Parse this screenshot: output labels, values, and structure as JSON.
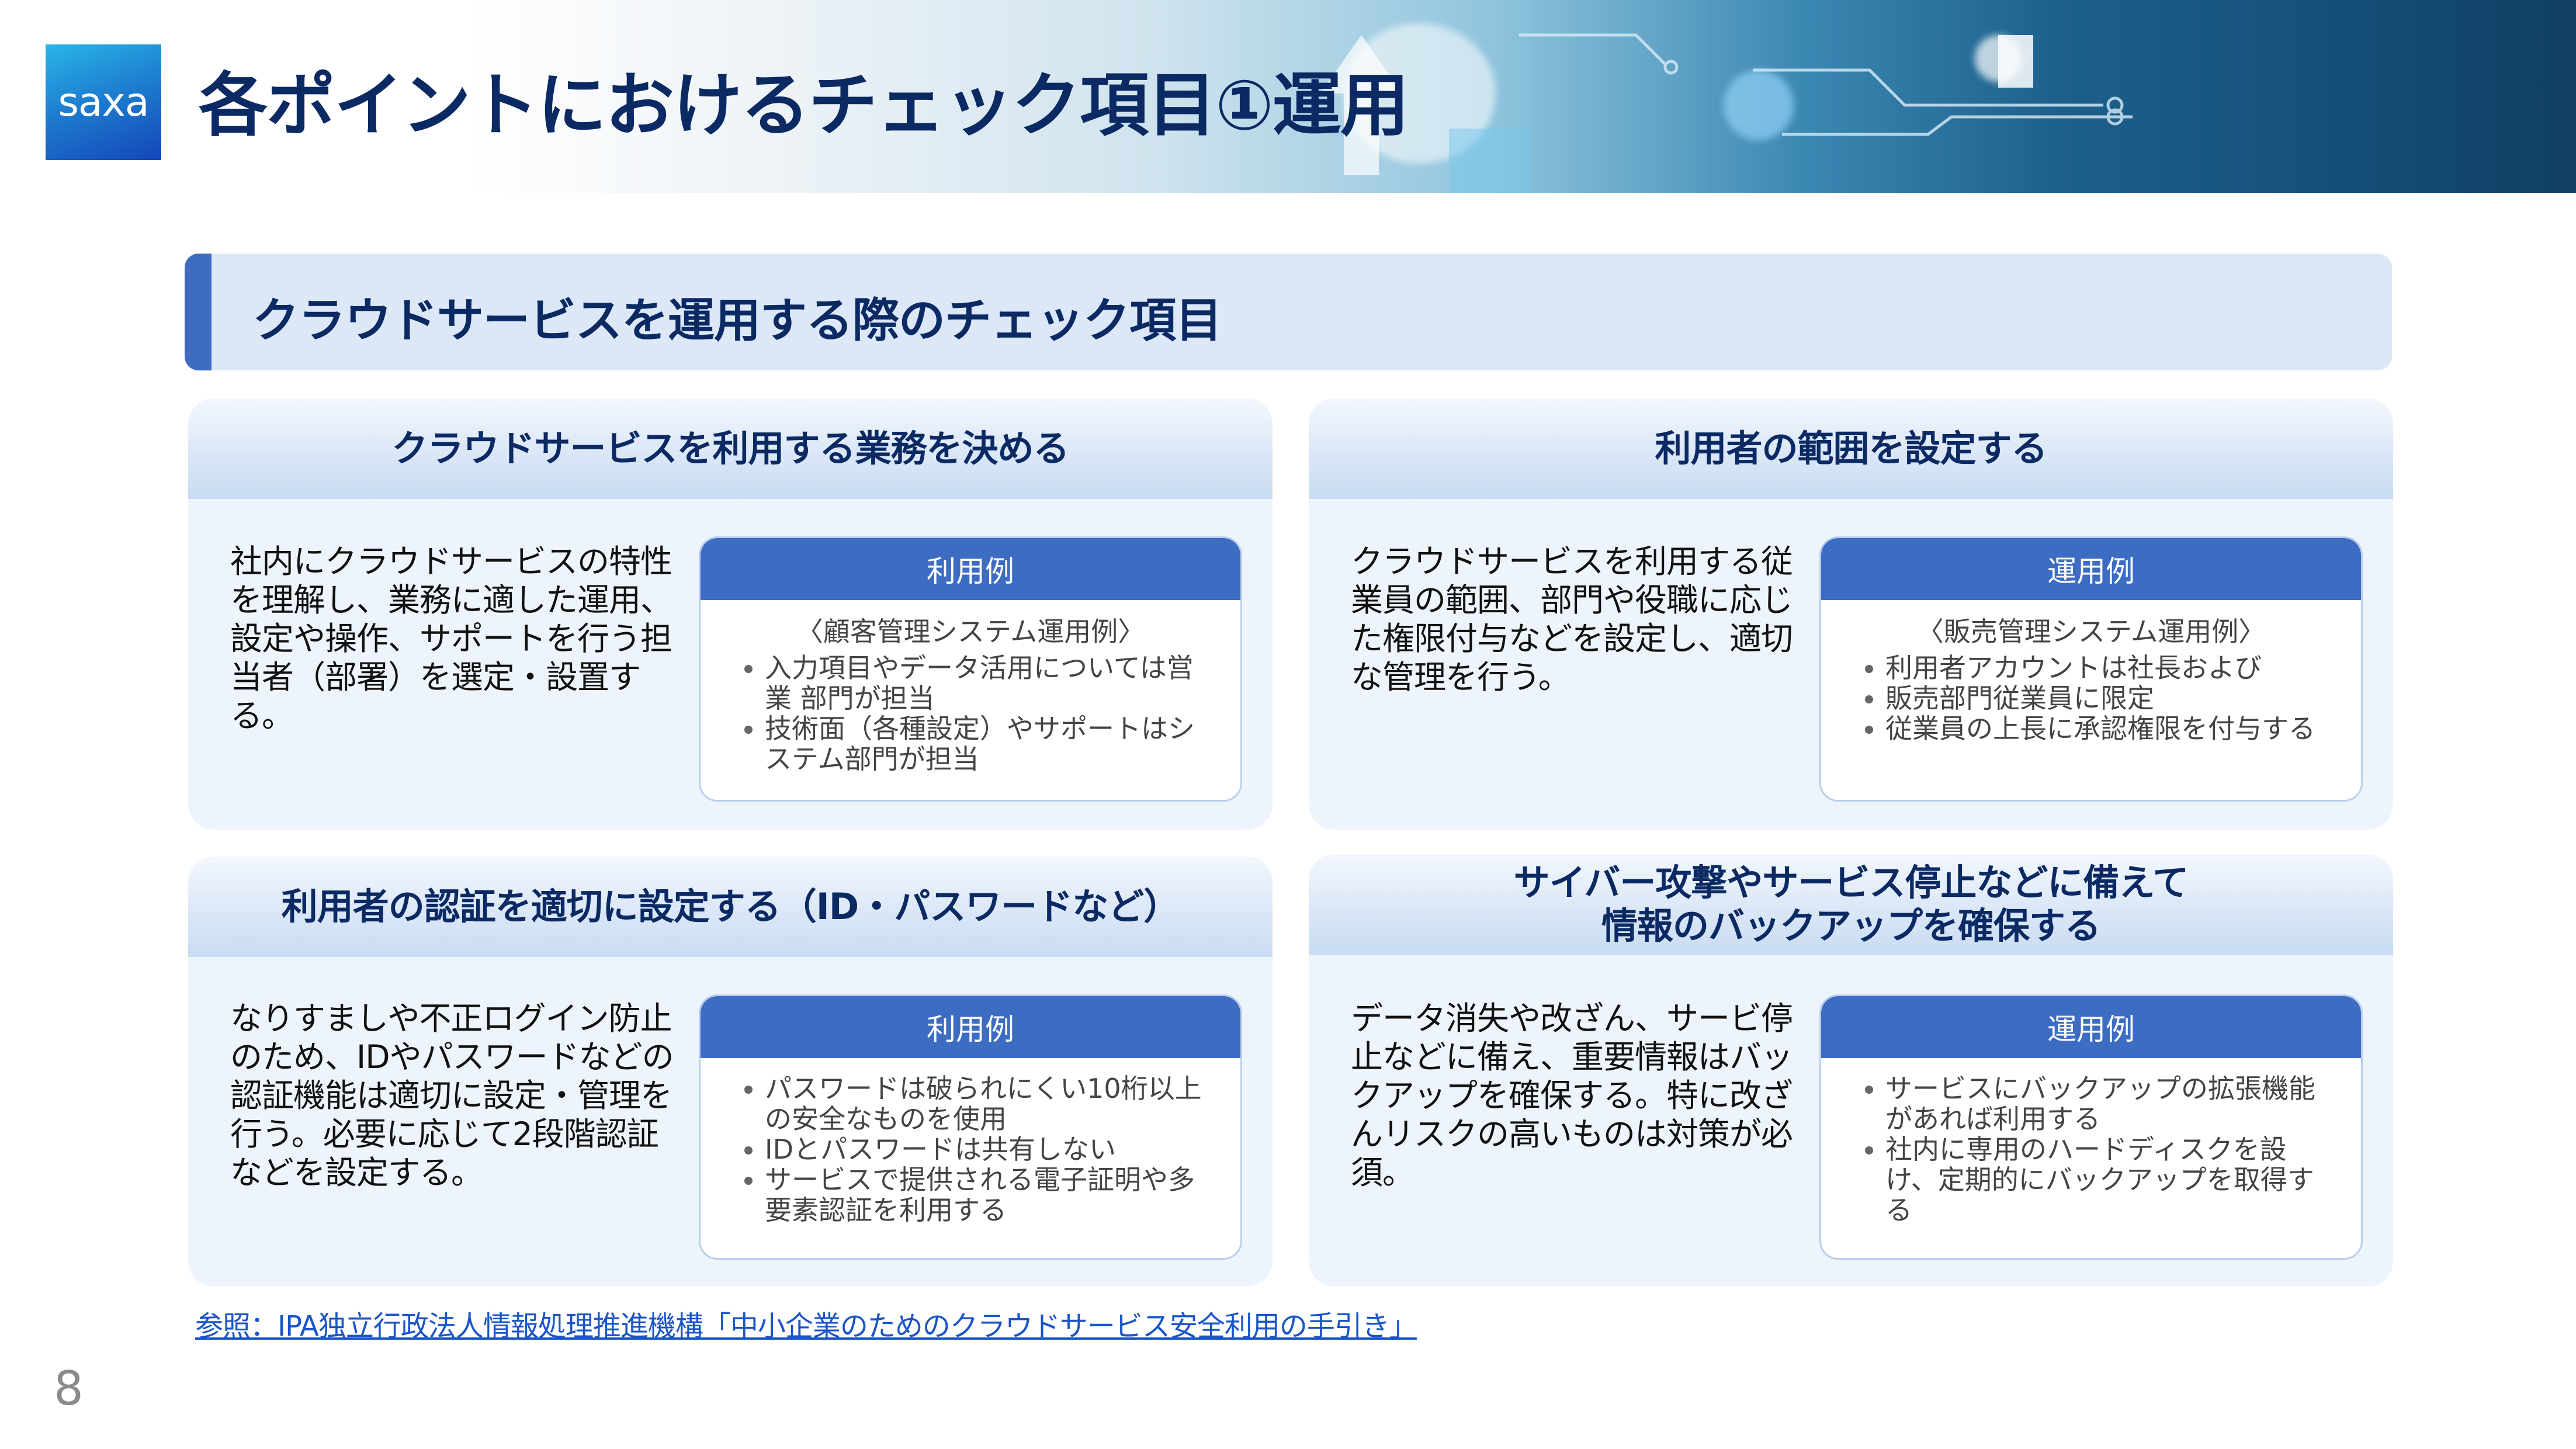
{
  "logo": {
    "text": "saxa"
  },
  "title": "各ポイントにおけるチェック項目①運用",
  "section": {
    "heading": "クラウドサービスを運用する際のチェック項目"
  },
  "cards": [
    {
      "heading": "クラウドサービスを利用する業務を決める",
      "description": "社内にクラウドサービスの特性を理解し、業務に適した運用、設定や操作、サポートを行う担当者（部署）を選定・設置する。",
      "example_label": "利用例",
      "example_title": "〈顧客管理システム運用例〉",
      "example_items": [
        "入力項目やデータ活用については営業 部門が担当",
        "技術面（各種設定）やサポートはシステム部門が担当"
      ]
    },
    {
      "heading": "利用者の範囲を設定する",
      "description": "クラウドサービスを利用する従業員の範囲、部門や役職に応じた権限付与などを設定し、適切な管理を行う。",
      "example_label": "運用例",
      "example_title": "〈販売管理システム運用例〉",
      "example_items": [
        "利用者アカウントは社長および",
        "販売部門従業員に限定",
        "従業員の上長に承認権限を付与する"
      ]
    },
    {
      "heading": "利用者の認証を適切に設定する（ID・パスワードなど）",
      "description": "なりすましや不正ログイン防止のため、IDやパスワードなどの認証機能は適切に設定・管理を行う。必要に応じて2段階認証などを設定する。",
      "example_label": "利用例",
      "example_title": "",
      "example_items": [
        "パスワードは破られにくい10桁以上の安全なものを使用",
        "IDとパスワードは共有しない",
        "サービスで提供される電子証明や多要素認証を利用する"
      ]
    },
    {
      "heading": "サイバー攻撃やサービス停止などに備えて\n情報のバックアップを確保する",
      "description": "データ消失や改ざん、サービ停止などに備え、重要情報はバックアップを確保する。特に改ざんリスクの高いものは対策が必須。",
      "example_label": "運用例",
      "example_title": "",
      "example_items": [
        "サービスにバックアップの拡張機能があれば利用する",
        "社内に専用のハードディスクを設け、定期的にバックアップを取得する"
      ]
    }
  ],
  "reference": "参照：IPA独立行政法人情報処理推進機構「中小企業のためのクラウドサービス安全利用の手引き」",
  "page_number": "8"
}
